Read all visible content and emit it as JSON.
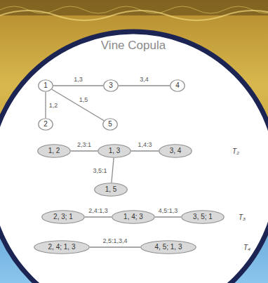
{
  "diagram": {
    "title": "Vine Copula",
    "nodes": [
      {
        "text": [
          "1"
        ]
      },
      {
        "text": [
          "3"
        ]
      },
      {
        "text": [
          "4"
        ]
      },
      {
        "text": [
          "2"
        ]
      },
      {
        "text": [
          "5"
        ]
      },
      {
        "text": [
          "1, 2"
        ]
      },
      {
        "text": [
          "1, 3"
        ]
      },
      {
        "text": [
          "3, 4"
        ]
      },
      {
        "text": [
          "1, 5"
        ]
      },
      {
        "text": [
          "2, 3; 1"
        ]
      },
      {
        "text": [
          "1, 4; 3"
        ]
      },
      {
        "text": [
          "3, 5; 1"
        ]
      },
      {
        "text": [
          "2, 4; 1, 3"
        ]
      },
      {
        "text": [
          "4, 5; 1, 3"
        ]
      }
    ],
    "edges": [
      {
        "from": 0,
        "to": 1,
        "label": "1,3",
        "arrow": "none"
      },
      {
        "from": 1,
        "to": 2,
        "label": "3,4",
        "arrow": "none"
      },
      {
        "from": 0,
        "to": 3,
        "label": "1,2",
        "arrow": "none"
      },
      {
        "from": 0,
        "to": 4,
        "label": "1,5",
        "arrow": "none"
      },
      {
        "from": 5,
        "to": 6,
        "label": "2,3:1",
        "arrow": "none"
      },
      {
        "from": 6,
        "to": 7,
        "label": "1,4:3",
        "arrow": "none"
      },
      {
        "from": 6,
        "to": 8,
        "label": "3,5:1",
        "arrow": "none"
      },
      {
        "from": 9,
        "to": 10,
        "label": "2,4:1,3",
        "arrow": "none"
      },
      {
        "from": 10,
        "to": 11,
        "label": "4,5:1,3",
        "arrow": "none"
      },
      {
        "from": 12,
        "to": 13,
        "label": "2,5:1,3,4",
        "arrow": "none"
      }
    ],
    "labels": [
      "T₂",
      "T₃",
      "T₄"
    ]
  }
}
